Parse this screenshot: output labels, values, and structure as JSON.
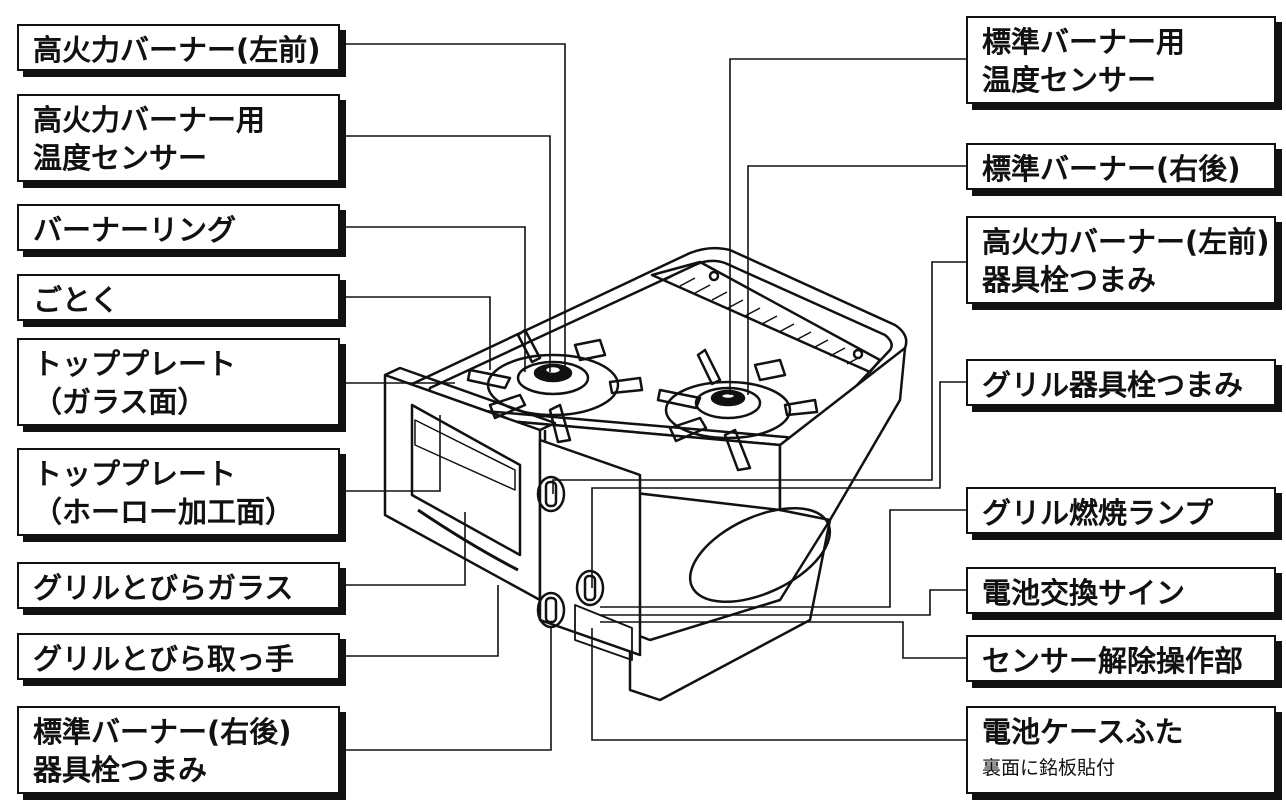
{
  "labels": {
    "high_burner_front_left": "高火力バーナー(左前)",
    "high_burner_temp_sensor_1": "高火力バーナー用",
    "high_burner_temp_sensor_2": "温度センサー",
    "burner_ring": "バーナーリング",
    "gotoku": "ごとく",
    "top_plate_glass_1": "トッププレート",
    "top_plate_glass_2": "（ガラス面）",
    "top_plate_enamel_1": "トッププレート",
    "top_plate_enamel_2": "（ホーロー加工面）",
    "grill_door_glass": "グリルとびらガラス",
    "grill_door_handle": "グリルとびら取っ手",
    "std_burner_knob_1": "標準バーナー(右後)",
    "std_burner_knob_2": "器具栓つまみ",
    "std_burner_temp_sensor_1": "標準バーナー用",
    "std_burner_temp_sensor_2": "温度センサー",
    "std_burner_rear_right": "標準バーナー(右後)",
    "high_burner_knob_1": "高火力バーナー(左前)",
    "high_burner_knob_2": "器具栓つまみ",
    "grill_knob": "グリル器具栓つまみ",
    "grill_lamp": "グリル燃焼ランプ",
    "battery_sign": "電池交換サイン",
    "sensor_release": "センサー解除操作部",
    "battery_cover": "電池ケースふた",
    "battery_cover_note": "裏面に銘板貼付"
  }
}
